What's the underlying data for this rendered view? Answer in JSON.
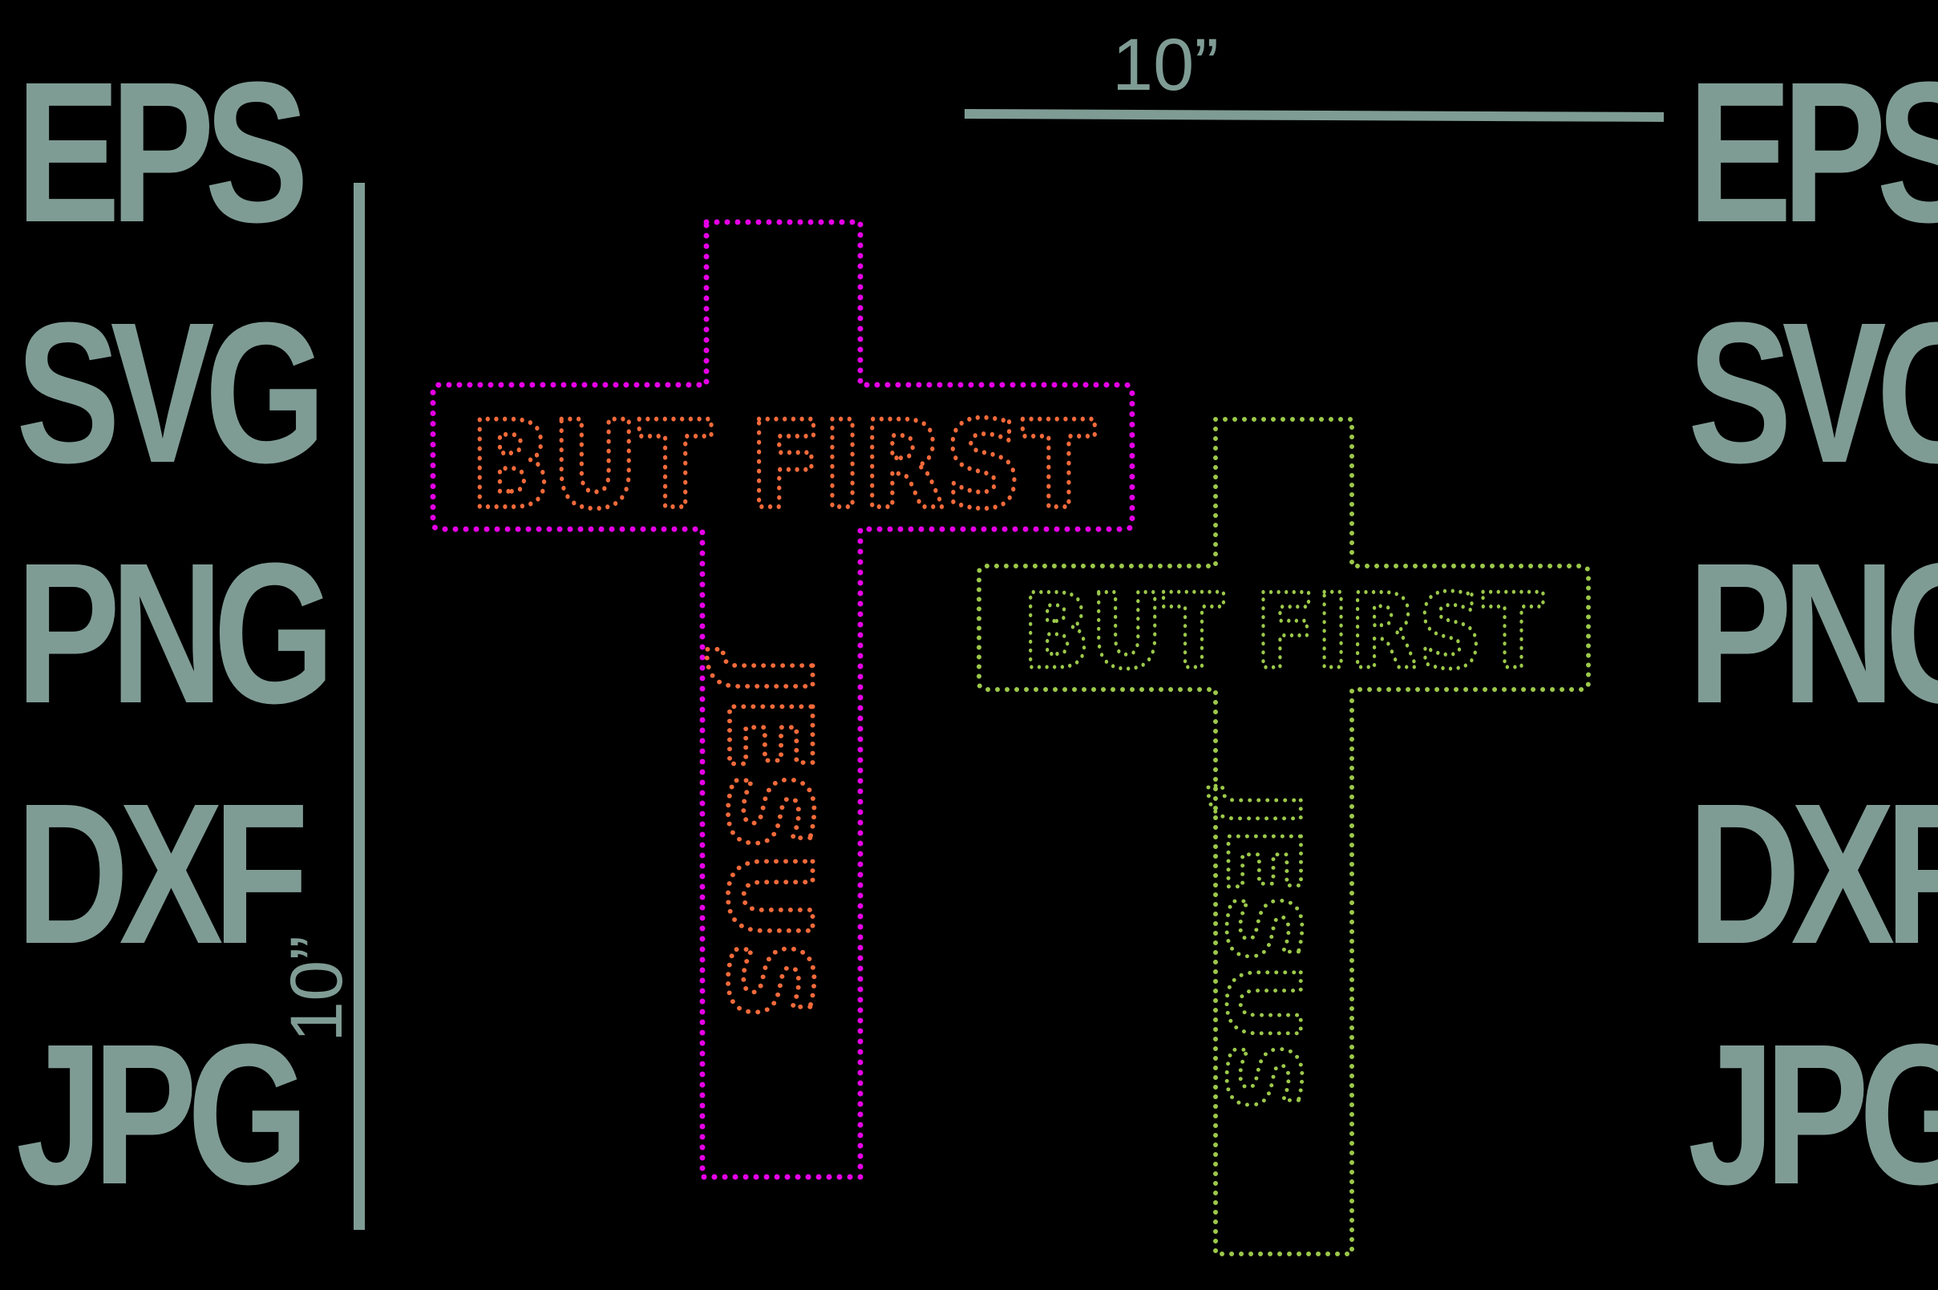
{
  "formats": [
    "EPS",
    "SVG",
    "PNG",
    "DXF",
    "JPG"
  ],
  "dimensions": {
    "width_label": "10”",
    "height_label": "10”"
  },
  "designs": [
    {
      "line1": "BUT FIRST",
      "line2": "JESUS",
      "outline_color": "#e600e6",
      "text_color": "#f26a3a"
    },
    {
      "line1": "BUT FIRST",
      "line2": "JESUS",
      "outline_color": "#9cc94a",
      "text_color": "#9cc94a"
    }
  ],
  "colors": {
    "background": "#000000",
    "label_gray": "#7f9c94"
  }
}
